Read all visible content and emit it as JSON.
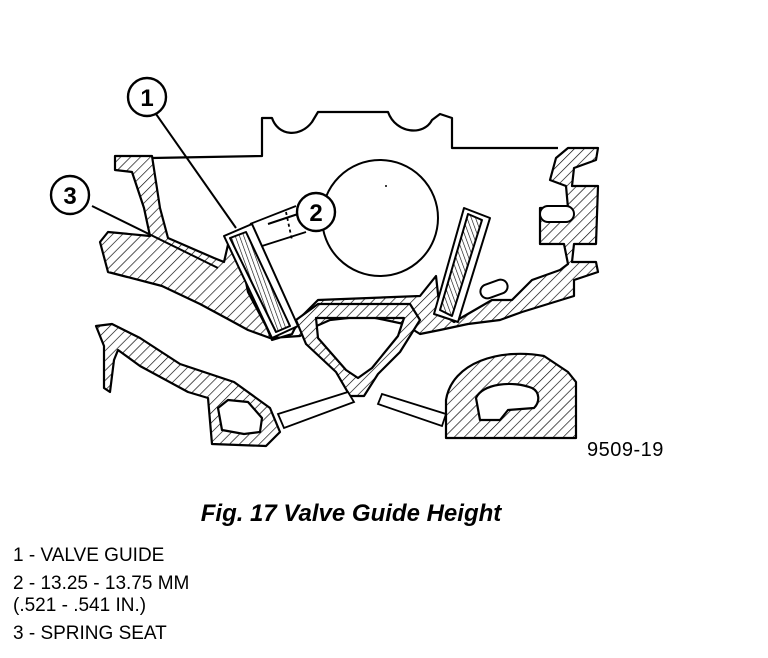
{
  "figure": {
    "id": "9509-19",
    "caption": "Fig. 17 Valve Guide Height"
  },
  "callouts": [
    {
      "number": "1"
    },
    {
      "number": "2"
    },
    {
      "number": "3"
    }
  ],
  "legend": {
    "item1": "1 - VALVE GUIDE",
    "item2_line1": "2 - 13.25 - 13.75 MM",
    "item2_line2": "(.521 - .541 IN.)",
    "item3": "3 - SPRING SEAT"
  }
}
